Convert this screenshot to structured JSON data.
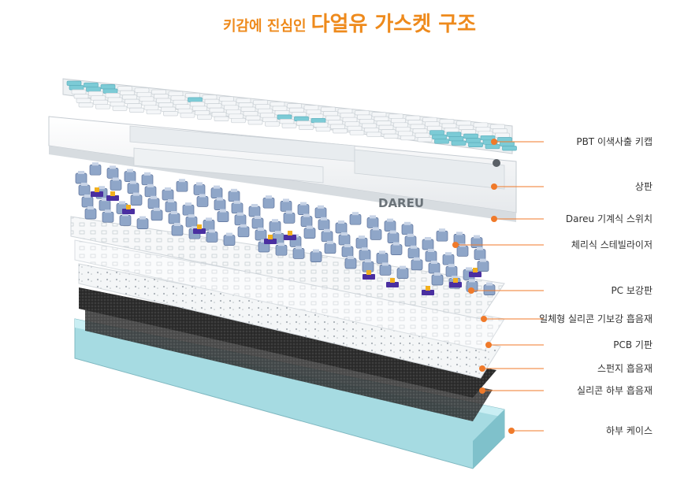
{
  "title": {
    "prefix": "키감에 진심인",
    "main": "다얼유 가스켓 구조"
  },
  "brand_logo": "DAREU",
  "colors": {
    "accent": "#ee8a1c",
    "marker": "#f07a2a",
    "case": "#9fd6de",
    "keycap_blue": "#7ccbd6",
    "stabilizer": "#4a2fa0"
  },
  "layers": [
    {
      "label": "PBT  이색사출 키캡"
    },
    {
      "label": "상판"
    },
    {
      "label": "Dareu 기계식 스위치"
    },
    {
      "label": "체리식 스테빌라이저"
    },
    {
      "label": "PC 보강판"
    },
    {
      "label": "일체형 실리콘 기보강 흡음재"
    },
    {
      "label": "PCB 기판"
    },
    {
      "label": "스펀지 흡음재"
    },
    {
      "label": "실리콘 하부 흡음재"
    },
    {
      "label": "하부 케이스"
    }
  ]
}
